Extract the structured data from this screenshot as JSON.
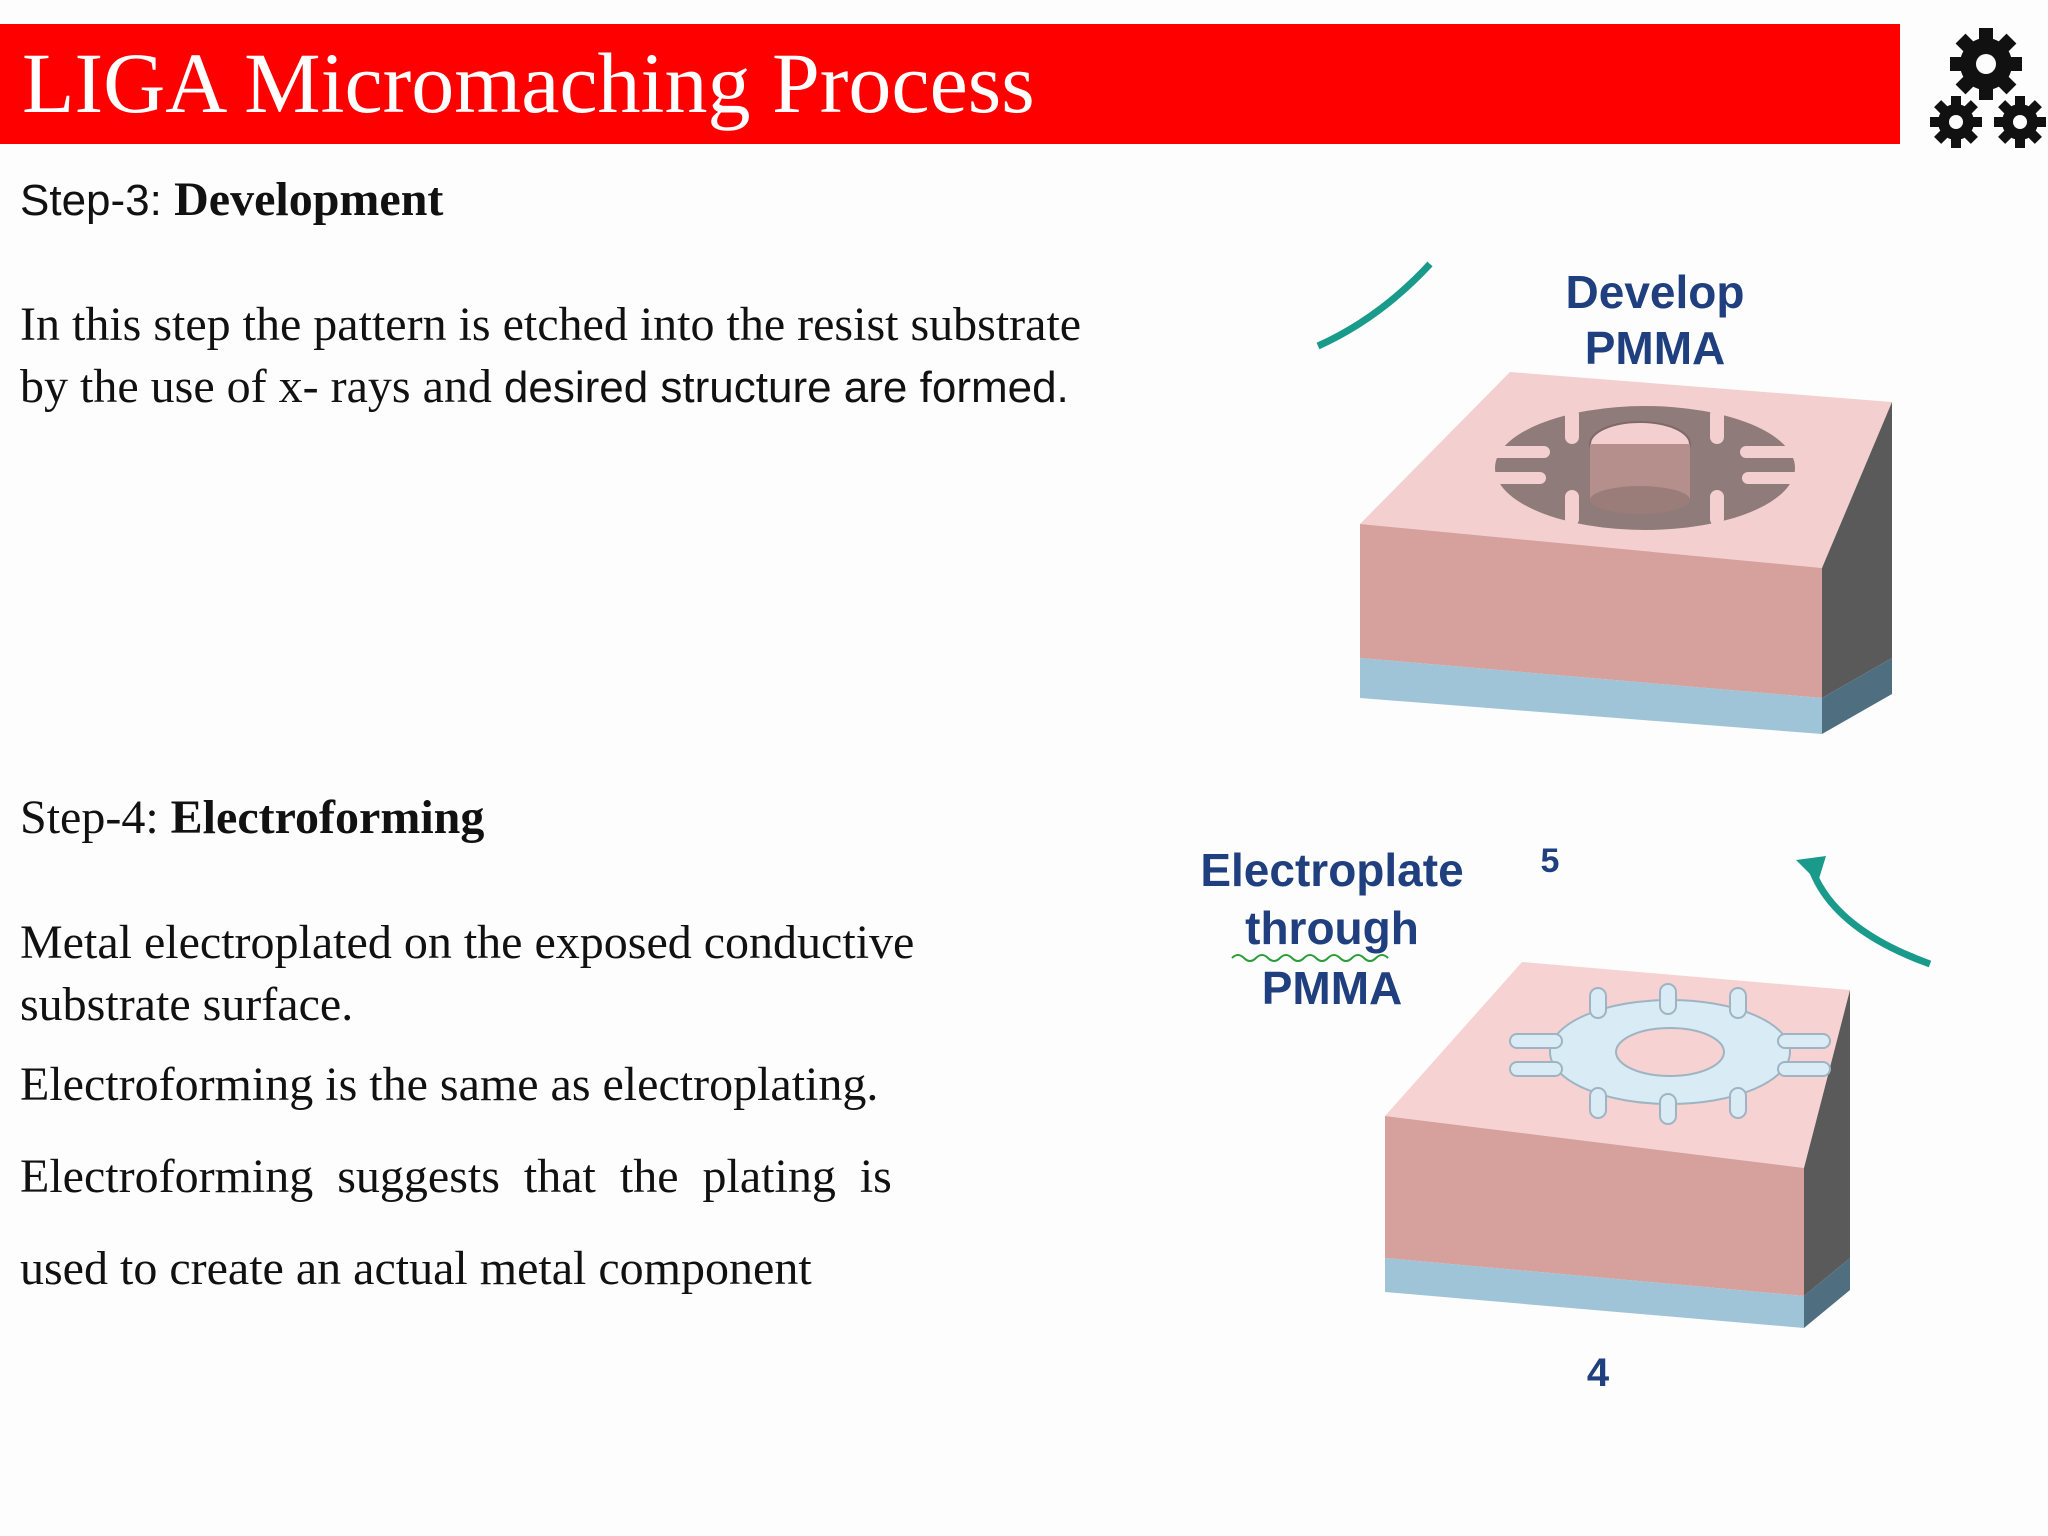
{
  "slide": {
    "title": "LIGA Micromaching Process",
    "accent_color": "#ff0000",
    "icon": "gears-icon"
  },
  "step3": {
    "prefix": "Step-3: ",
    "name": "Development",
    "text_line1": "In this step the pattern is etched into the resist substrate",
    "text_line2a": "by the use of x- rays and ",
    "text_line2b": "desired structure are formed."
  },
  "step4": {
    "prefix": "Step-4: ",
    "name": "Electroforming",
    "text_line1": "Metal electroplated on the exposed conductive",
    "text_line2": "substrate surface.",
    "text_line3": "Electroforming is the same as electroplating.",
    "text_line4": "Electroforming  suggests  that  the  plating  is",
    "text_line5": "used to create an actual metal component"
  },
  "figure_develop": {
    "label_line1": "Develop",
    "label_line2": "PMMA",
    "colors": {
      "top": "#f4cfcf",
      "front": "#d6a09c",
      "side": "#5a5a5a",
      "substrate": "#9fc4d8",
      "arc": "#1a9a8a"
    }
  },
  "figure_electroplate": {
    "label_line1": "Electroplate",
    "label_line2": "through",
    "label_line3": "PMMA",
    "step_number": "4",
    "partial_digit": "5",
    "colors": {
      "top": "#f6d2d2",
      "front": "#d6a09c",
      "side": "#5a5a5a",
      "substrate": "#9fc4d8",
      "gear_fill": "#d9ecf6",
      "arc": "#1a9a8a"
    }
  }
}
